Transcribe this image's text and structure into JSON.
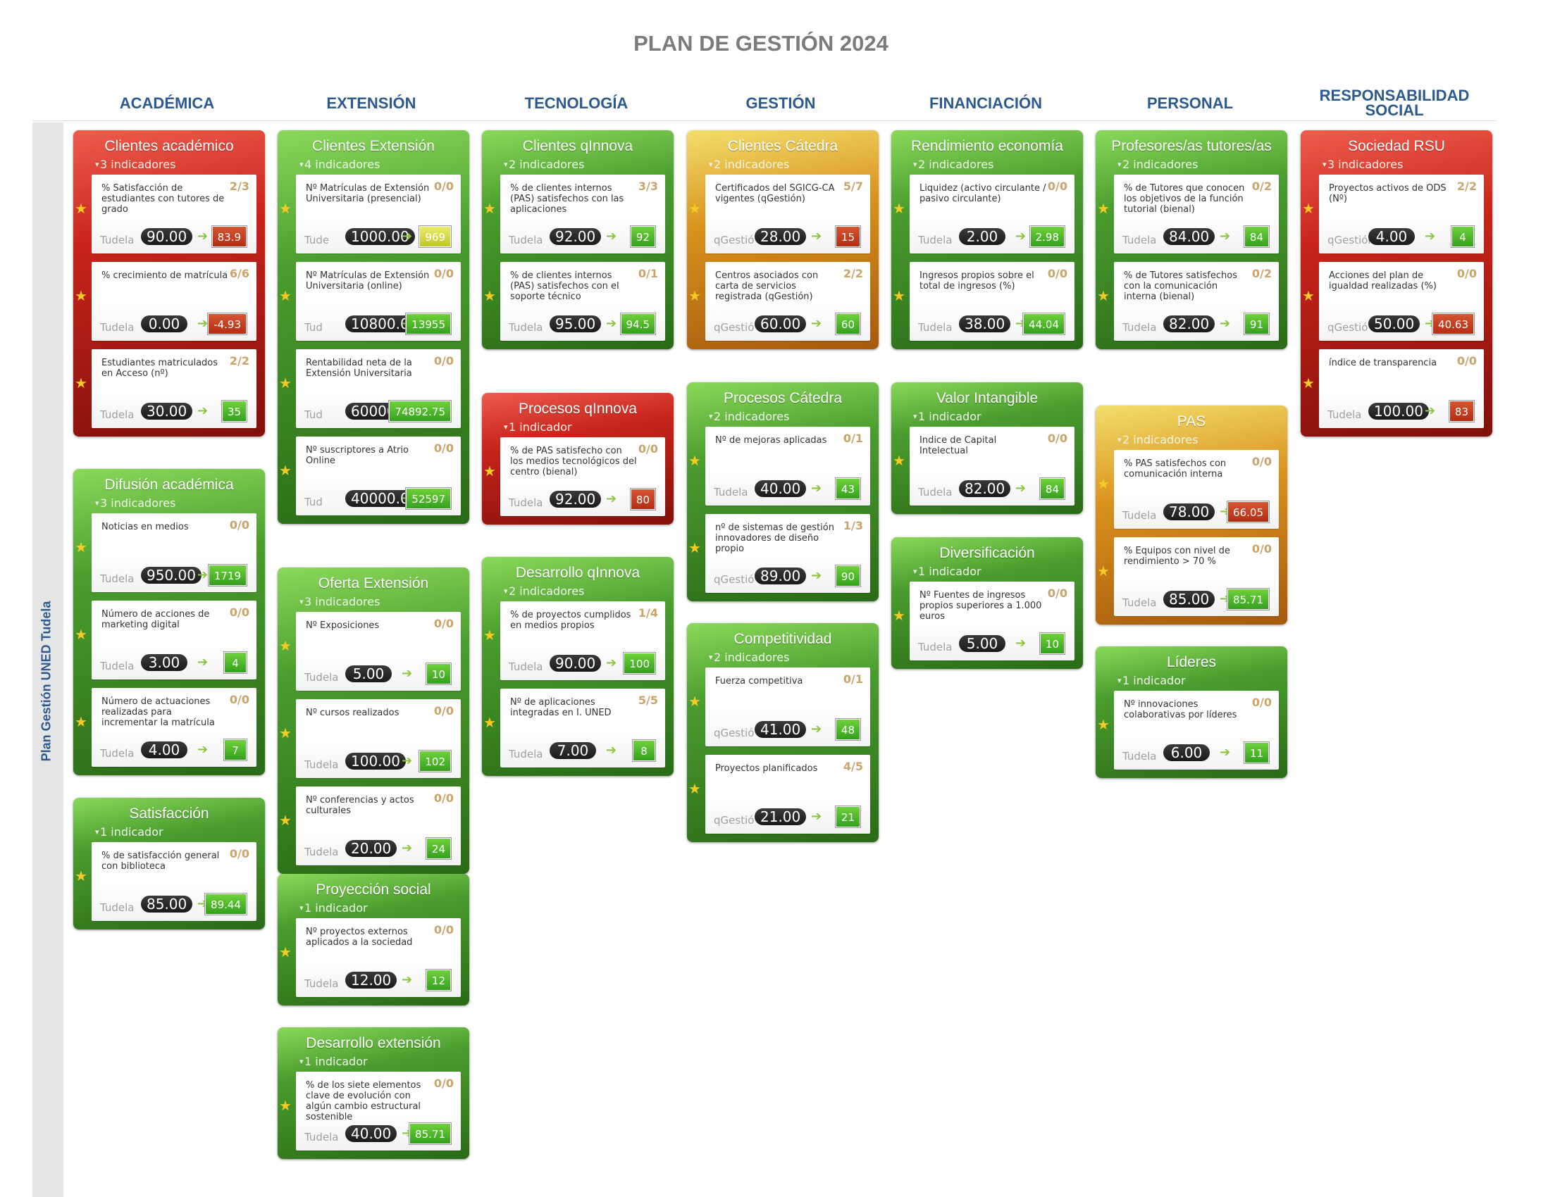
{
  "title": "PLAN DE GESTIÓN 2024",
  "sidebar_label": "Plan Gestión UNED Tudela",
  "colors": {
    "status_green": "#3ea91f",
    "status_red": "#c0391a",
    "status_yellow": "#d5dc3f",
    "card_green": "#3f8a26",
    "card_red": "#b81c13",
    "card_orange": "#d48a1c",
    "header_blue": "#2c5a8f"
  },
  "icons": {
    "star": "star-icon",
    "arrow": "arrow-right-icon",
    "collapse": "triangle-down-icon"
  },
  "columns": [
    {
      "title": "ACADÉMICA",
      "cards": [
        {
          "title": "Clientes académico",
          "status": "red",
          "subtitle": "3 indicadores",
          "indicators": [
            {
              "name": "% Satisfacción de estudiantes con tutores de grado",
              "ratio": "2/3",
              "label": "Tudela",
              "target": "90.00",
              "value": "83.9",
              "value_status": "red"
            },
            {
              "name": "% crecimiento de matrícula",
              "ratio": "6/6",
              "label": "Tudela",
              "target": "0.00",
              "value": "-4.93",
              "value_status": "red"
            },
            {
              "name": "Estudiantes matriculados en Acceso (nº)",
              "ratio": "2/2",
              "label": "Tudela",
              "target": "30.00",
              "value": "35",
              "value_status": "green"
            }
          ]
        },
        {
          "title": "Difusión académica",
          "status": "green",
          "subtitle": "3 indicadores",
          "indicators": [
            {
              "name": "Noticias en medios",
              "ratio": "0/0",
              "label": "Tudela",
              "target": "950.00",
              "value": "1719",
              "value_status": "green"
            },
            {
              "name": "Número de acciones de marketing digital",
              "ratio": "0/0",
              "label": "Tudela",
              "target": "3.00",
              "value": "4",
              "value_status": "green"
            },
            {
              "name": "Número de actuaciones realizadas para incrementar la matrícula",
              "ratio": "0/0",
              "label": "Tudela",
              "target": "4.00",
              "value": "7",
              "value_status": "green"
            }
          ]
        },
        {
          "title": "Satisfacción",
          "status": "green",
          "subtitle": "1 indicador",
          "indicators": [
            {
              "name": "% de satisfacción general con biblioteca",
              "ratio": "0/0",
              "label": "Tudela",
              "target": "85.00",
              "value": "89.44",
              "value_status": "green"
            }
          ]
        }
      ]
    },
    {
      "title": "EXTENSIÓN",
      "cards": [
        {
          "title": "Clientes Extensión",
          "status": "green",
          "subtitle": "4 indicadores",
          "indicators": [
            {
              "name": "Nº Matrículas de Extensión Universitaria (presencial)",
              "ratio": "0/0",
              "label": "Tude",
              "target": "1000.00",
              "value": "969",
              "value_status": "yellow"
            },
            {
              "name": "Nº Matrículas de Extensión Universitaria (online)",
              "ratio": "0/0",
              "label": "Tud",
              "target": "10800.00",
              "value": "13955",
              "value_status": "green"
            },
            {
              "name": "Rentabilidad neta de la Extensión Universitaria",
              "ratio": "0/0",
              "label": "Tud",
              "target": "60000.00",
              "value": "74892.75",
              "value_status": "green"
            },
            {
              "name": "Nº suscriptores a Atrio Online",
              "ratio": "0/0",
              "label": "Tud",
              "target": "40000.00",
              "value": "52597",
              "value_status": "green"
            }
          ]
        },
        {
          "title": "Oferta Extensión",
          "status": "green",
          "subtitle": "3 indicadores",
          "indicators": [
            {
              "name": "Nº Exposiciones",
              "ratio": "0/0",
              "label": "Tudela",
              "target": "5.00",
              "value": "10",
              "value_status": "green"
            },
            {
              "name": "Nº cursos realizados",
              "ratio": "0/0",
              "label": "Tudela",
              "target": "100.00",
              "value": "102",
              "value_status": "green"
            },
            {
              "name": "Nº conferencias y actos culturales",
              "ratio": "0/0",
              "label": "Tudela",
              "target": "20.00",
              "value": "24",
              "value_status": "green"
            }
          ]
        },
        {
          "title": "Proyección social",
          "status": "green",
          "subtitle": "1 indicador",
          "indicators": [
            {
              "name": "Nº proyectos externos aplicados a la sociedad",
              "ratio": "0/0",
              "label": "Tudela",
              "target": "12.00",
              "value": "12",
              "value_status": "green"
            }
          ]
        },
        {
          "title": "Desarrollo extensión",
          "status": "green",
          "subtitle": "1 indicador",
          "indicators": [
            {
              "name": "% de los siete elementos clave de evolución con algún cambio estructural sostenible",
              "ratio": "0/0",
              "label": "Tudela",
              "target": "40.00",
              "value": "85.71",
              "value_status": "green"
            }
          ]
        }
      ]
    },
    {
      "title": "TECNOLOGÍA",
      "cards": [
        {
          "title": "Clientes qInnova",
          "status": "green",
          "subtitle": "2 indicadores",
          "indicators": [
            {
              "name": "% de clientes internos (PAS) satisfechos con las aplicaciones",
              "ratio": "3/3",
              "label": "Tudela",
              "target": "92.00",
              "value": "92",
              "value_status": "green"
            },
            {
              "name": "% de clientes internos (PAS) satisfechos con el soporte técnico",
              "ratio": "0/1",
              "label": "Tudela",
              "target": "95.00",
              "value": "94.5",
              "value_status": "green"
            }
          ]
        },
        {
          "title": "Procesos qInnova",
          "status": "red",
          "subtitle": "1 indicador",
          "indicators": [
            {
              "name": "% de PAS satisfecho con los medios tecnológicos del centro (bienal)",
              "ratio": "0/0",
              "label": "Tudela",
              "target": "92.00",
              "value": "80",
              "value_status": "red"
            }
          ]
        },
        {
          "title": "Desarrollo qInnova",
          "status": "green",
          "subtitle": "2 indicadores",
          "indicators": [
            {
              "name": "% de proyectos cumplidos en medios propios",
              "ratio": "1/4",
              "label": "Tudela",
              "target": "90.00",
              "value": "100",
              "value_status": "green"
            },
            {
              "name": "Nº de aplicaciones integradas en I. UNED",
              "ratio": "5/5",
              "label": "Tudela",
              "target": "7.00",
              "value": "8",
              "value_status": "green"
            }
          ]
        }
      ]
    },
    {
      "title": "GESTIÓN",
      "cards": [
        {
          "title": "Clientes Cátedra",
          "status": "orange",
          "subtitle": "2 indicadores",
          "indicators": [
            {
              "name": "Certificados del SGICG-CA vigentes (qGestión)",
              "ratio": "5/7",
              "label": "qGestió",
              "target": "28.00",
              "value": "15",
              "value_status": "red"
            },
            {
              "name": "Centros asociados con carta de servicios registrada  (qGestión)",
              "ratio": "2/2",
              "label": "qGestió",
              "target": "60.00",
              "value": "60",
              "value_status": "green"
            }
          ]
        },
        {
          "title": "Procesos Cátedra",
          "status": "green",
          "subtitle": "2 indicadores",
          "indicators": [
            {
              "name": "Nº de mejoras aplicadas",
              "ratio": "0/1",
              "label": "Tudela",
              "target": "40.00",
              "value": "43",
              "value_status": "green"
            },
            {
              "name": "nº de sistemas de gestión innovadores de diseño propio",
              "ratio": "1/3",
              "label": "qGestió",
              "target": "89.00",
              "value": "90",
              "value_status": "green"
            }
          ]
        },
        {
          "title": "Competitividad",
          "status": "green",
          "subtitle": "2 indicadores",
          "indicators": [
            {
              "name": "Fuerza competitiva",
              "ratio": "0/1",
              "label": "qGestió",
              "target": "41.00",
              "value": "48",
              "value_status": "green"
            },
            {
              "name": "Proyectos planificados",
              "ratio": "4/5",
              "label": "qGestió",
              "target": "21.00",
              "value": "21",
              "value_status": "green"
            }
          ]
        }
      ]
    },
    {
      "title": "FINANCIACIÓN",
      "cards": [
        {
          "title": "Rendimiento economía",
          "status": "green",
          "subtitle": "2 indicadores",
          "indicators": [
            {
              "name": "Liquidez (activo circulante / pasivo circulante)",
              "ratio": "0/0",
              "label": "Tudela",
              "target": "2.00",
              "value": "2.98",
              "value_status": "green"
            },
            {
              "name": "Ingresos propios sobre el total de ingresos (%)",
              "ratio": "0/0",
              "label": "Tudela",
              "target": "38.00",
              "value": "44.04",
              "value_status": "green"
            }
          ]
        },
        {
          "title": "Valor Intangible",
          "status": "green",
          "subtitle": "1 indicador",
          "indicators": [
            {
              "name": "Indice de Capital Intelectual",
              "ratio": "0/0",
              "label": "Tudela",
              "target": "82.00",
              "value": "84",
              "value_status": "green"
            }
          ]
        },
        {
          "title": "Diversificación",
          "status": "green",
          "subtitle": "1 indicador",
          "indicators": [
            {
              "name": "Nº Fuentes de ingresos propios superiores a 1.000 euros",
              "ratio": "0/0",
              "label": "Tudela",
              "target": "5.00",
              "value": "10",
              "value_status": "green"
            }
          ]
        }
      ]
    },
    {
      "title": "PERSONAL",
      "cards": [
        {
          "title": "Profesores/as tutores/as",
          "status": "green",
          "subtitle": "2 indicadores",
          "indicators": [
            {
              "name": "% de Tutores que conocen los objetivos de la función tutorial (bienal)",
              "ratio": "0/2",
              "label": "Tudela",
              "target": "84.00",
              "value": "84",
              "value_status": "green"
            },
            {
              "name": "% de Tutores satisfechos con la comunicación interna (bienal)",
              "ratio": "0/2",
              "label": "Tudela",
              "target": "82.00",
              "value": "91",
              "value_status": "green"
            }
          ]
        },
        {
          "title": "PAS",
          "status": "orange",
          "subtitle": "2 indicadores",
          "indicators": [
            {
              "name": "% PAS satisfechos con comunicación interna",
              "ratio": "0/0",
              "label": "Tudela",
              "target": "78.00",
              "value": "66.05",
              "value_status": "red"
            },
            {
              "name": "% Equipos con nivel de rendimiento > 70 %",
              "ratio": "0/0",
              "label": "Tudela",
              "target": "85.00",
              "value": "85.71",
              "value_status": "green"
            }
          ]
        },
        {
          "title": "Líderes",
          "status": "green",
          "subtitle": "1 indicador",
          "indicators": [
            {
              "name": "Nº innovaciones colaborativas por líderes",
              "ratio": "0/0",
              "label": "Tudela",
              "target": "6.00",
              "value": "11",
              "value_status": "green"
            }
          ]
        }
      ]
    },
    {
      "title": "RESPONSABILIDAD SOCIAL",
      "cards": [
        {
          "title": "Sociedad RSU",
          "status": "red",
          "subtitle": "3 indicadores",
          "indicators": [
            {
              "name": "Proyectos activos de ODS (Nº)",
              "ratio": "2/2",
              "label": "qGestión",
              "target": "4.00",
              "value": "4",
              "value_status": "green"
            },
            {
              "name": "Acciones del plan de igualdad realizadas (%)",
              "ratio": "0/0",
              "label": "qGestió",
              "target": "50.00",
              "value": "40.63",
              "value_status": "red"
            },
            {
              "name": "índice de transparencia",
              "ratio": "0/0",
              "label": "Tudela",
              "target": "100.00",
              "value": "83",
              "value_status": "red"
            }
          ]
        }
      ]
    }
  ]
}
